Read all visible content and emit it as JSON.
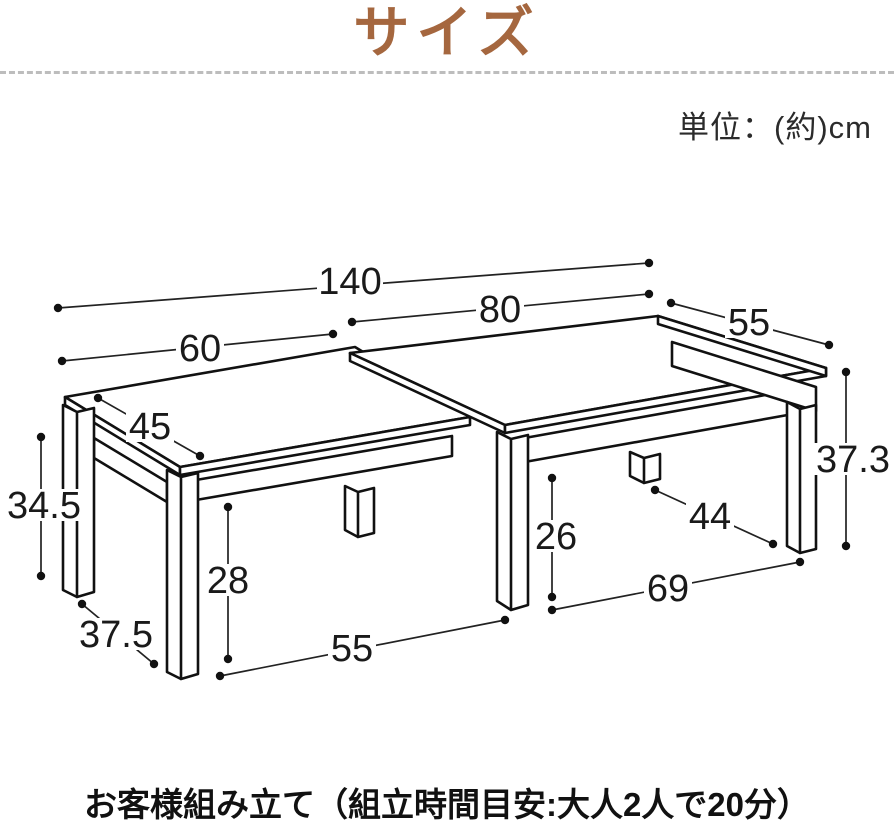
{
  "page": {
    "title": "サイズ",
    "unit_label": "単位：(約)cm",
    "assembly_note": "お客様組み立て（組立時間目安:大人2人で20分）",
    "colors": {
      "title_brown": "#A5673F",
      "line_art": "#111111",
      "dimension_lines": "#222222",
      "separator_dashed": "#BDBDBD",
      "background": "#FFFFFF"
    }
  },
  "diagram": {
    "subject": "two nesting low tables, isometric line drawing with dimension callouts",
    "unit": "cm",
    "dimensions": {
      "total_width": "140",
      "right_table_width": "80",
      "right_table_depth": "55",
      "left_table_width": "60",
      "left_table_depth": "45",
      "left_table_height": "34.5",
      "right_table_height": "37.3",
      "left_underframe_height": "28",
      "right_underframe_height": "26",
      "left_leg_span_depth": "37.5",
      "left_leg_span_width": "55",
      "right_leg_span_depth": "44",
      "right_leg_span_width": "69"
    }
  }
}
